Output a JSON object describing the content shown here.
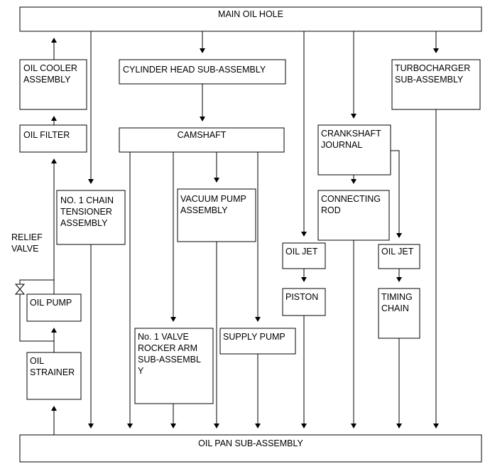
{
  "diagram": {
    "main_oil_hole": "MAIN OIL HOLE",
    "oil_pan": "OIL PAN SUB-ASSEMBLY",
    "oil_cooler": "OIL COOLER\nASSEMBLY",
    "oil_filter": "OIL FILTER",
    "relief_valve": "RELIEF\nVALVE",
    "oil_pump": "OIL PUMP",
    "oil_strainer": "OIL\nSTRAINER",
    "chain_tensioner": "NO. 1 CHAIN\nTENSIONER\nASSEMBLY",
    "cylinder_head": "CYLINDER HEAD SUB-ASSEMBLY",
    "camshaft": "CAMSHAFT",
    "vacuum_pump": "VACUUM PUMP\nASSEMBLY",
    "rocker_arm": "No. 1 VALVE\nROCKER ARM\nSUB-ASSEMBL\nY",
    "supply_pump": "SUPPLY PUMP",
    "oil_jet_piston": "OIL JET",
    "piston": "PISTON",
    "crankshaft_journal": "CRANKSHAFT\nJOURNAL",
    "connecting_rod": "CONNECTING\nROD",
    "oil_jet_timing": "OIL JET",
    "timing_chain": "TIMING\nCHAIN",
    "turbocharger": "TURBOCHARGER\nSUB-ASSEMBLY"
  }
}
